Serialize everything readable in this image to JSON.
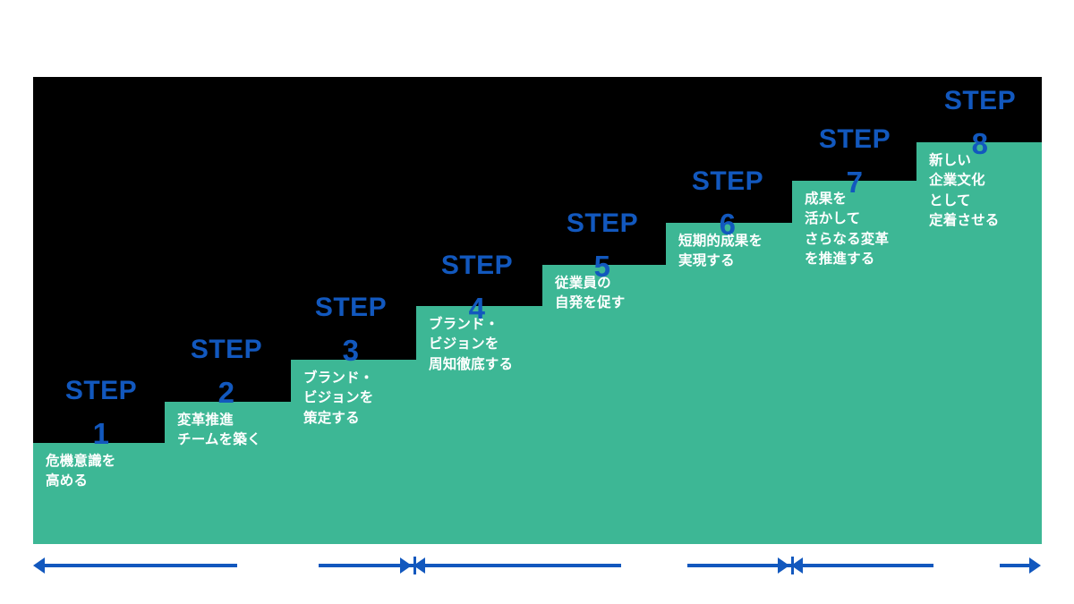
{
  "diagram": {
    "title": "8 Steps Change Staircase",
    "panel_background": "#000000",
    "step_color": "#3DB795",
    "caption_color": "#1258BE",
    "step_text_color": "#FFFFFF",
    "axis_color": "#1258BE"
  },
  "steps": [
    {
      "word": "STEP",
      "number": "1",
      "text": "危機意識を\n高める"
    },
    {
      "word": "STEP",
      "number": "2",
      "text": "変革推進\nチームを築く"
    },
    {
      "word": "STEP",
      "number": "3",
      "text": "ブランド・\nビジョンを\n策定する"
    },
    {
      "word": "STEP",
      "number": "4",
      "text": "ブランド・\nビジョンを\n周知徹底する"
    },
    {
      "word": "STEP",
      "number": "5",
      "text": "従業員の\n自発を促す"
    },
    {
      "word": "STEP",
      "number": "6",
      "text": "短期的成果を\n実現する"
    },
    {
      "word": "STEP",
      "number": "7",
      "text": "成果を\n活かして\nさらなる変革\nを推進する"
    },
    {
      "word": "STEP",
      "number": "8",
      "text": "新しい\n企業文化\nとして\n定着させる"
    }
  ],
  "axis": {
    "segments": [
      {
        "label": ""
      },
      {
        "label": ""
      },
      {
        "label": ""
      }
    ]
  }
}
